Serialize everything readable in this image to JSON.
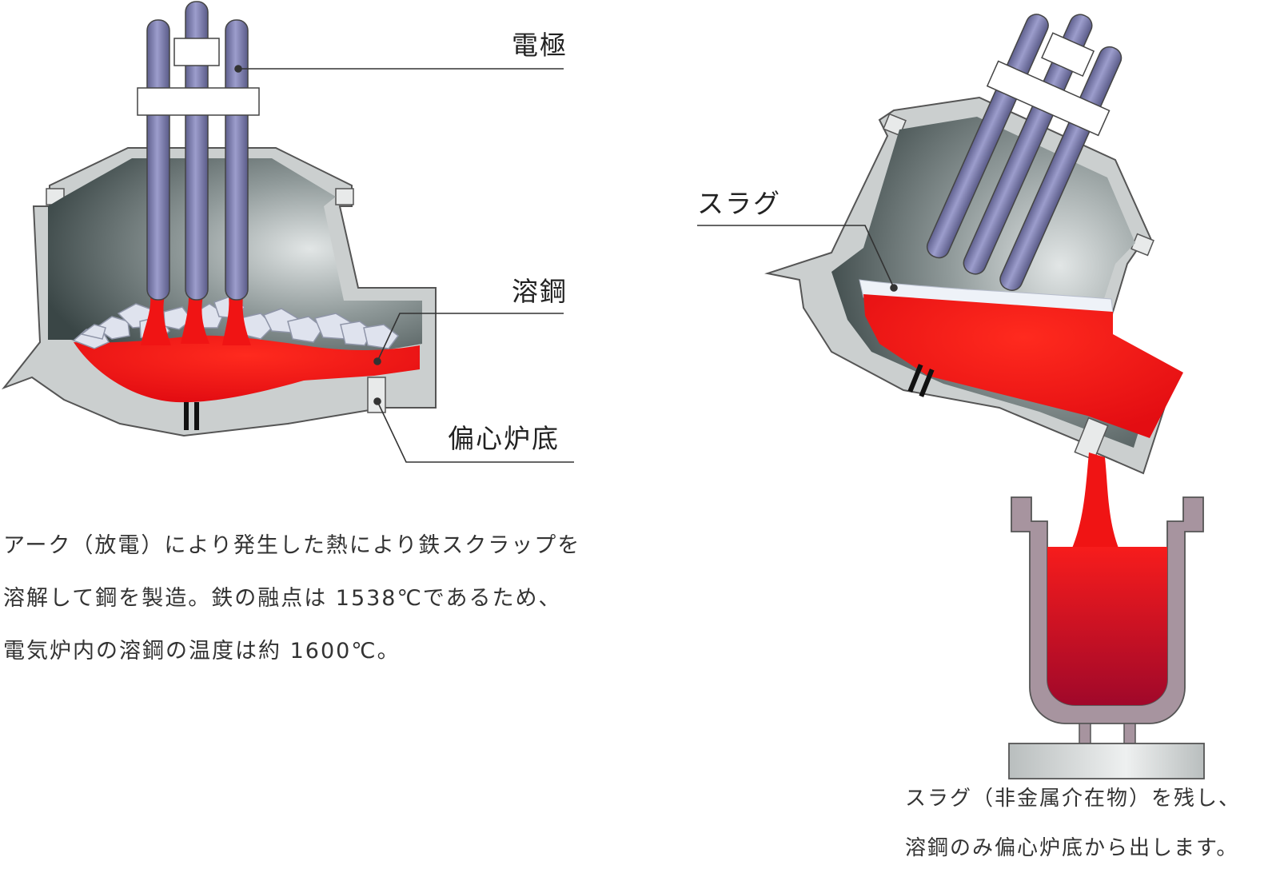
{
  "labels": {
    "electrode": "電極",
    "molten_steel": "溶鋼",
    "eccentric_bottom": "偏心炉底",
    "slag": "スラグ"
  },
  "description_left": [
    "アーク（放電）により発生した熱により鉄スクラップを",
    "溶解して鋼を製造。鉄の融点は 1538℃であるため、",
    "電気炉内の溶鋼の温度は約 1600℃。"
  ],
  "description_right": [
    "スラグ（非金属介在物）を残し、",
    "溶鋼のみ偏心炉底から出します。"
  ],
  "colors": {
    "electrode": "#7e7fb0",
    "molten_steel": "#ee1515",
    "furnace_shell": "#c9cccc",
    "furnace_interior": "#4c5959",
    "ladle": "#a7949f",
    "leader_line": "#333333"
  }
}
